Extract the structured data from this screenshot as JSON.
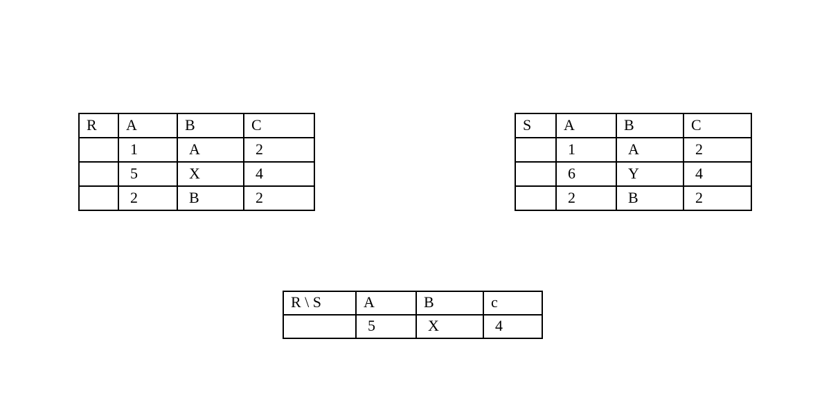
{
  "page": {
    "background_color": "#ffffff",
    "text_color": "#000000",
    "border_color": "#000000"
  },
  "tables": [
    {
      "name": "relation-r",
      "headers": [
        "R",
        "A",
        "B",
        "C"
      ],
      "rows": [
        [
          "",
          "1",
          "A",
          "2"
        ],
        [
          "",
          "5",
          "X",
          "4"
        ],
        [
          "",
          "2",
          "B",
          "2"
        ]
      ]
    },
    {
      "name": "relation-s",
      "headers": [
        "S",
        "A",
        "B",
        "C"
      ],
      "rows": [
        [
          "",
          "1",
          "A",
          "2"
        ],
        [
          "",
          "6",
          "Y",
          "4"
        ],
        [
          "",
          "2",
          "B",
          "2"
        ]
      ]
    },
    {
      "name": "relation-r-minus-s",
      "headers": [
        "R \\ S",
        "A",
        "B",
        "c"
      ],
      "rows": [
        [
          "",
          "5",
          "X",
          "4"
        ]
      ]
    }
  ]
}
